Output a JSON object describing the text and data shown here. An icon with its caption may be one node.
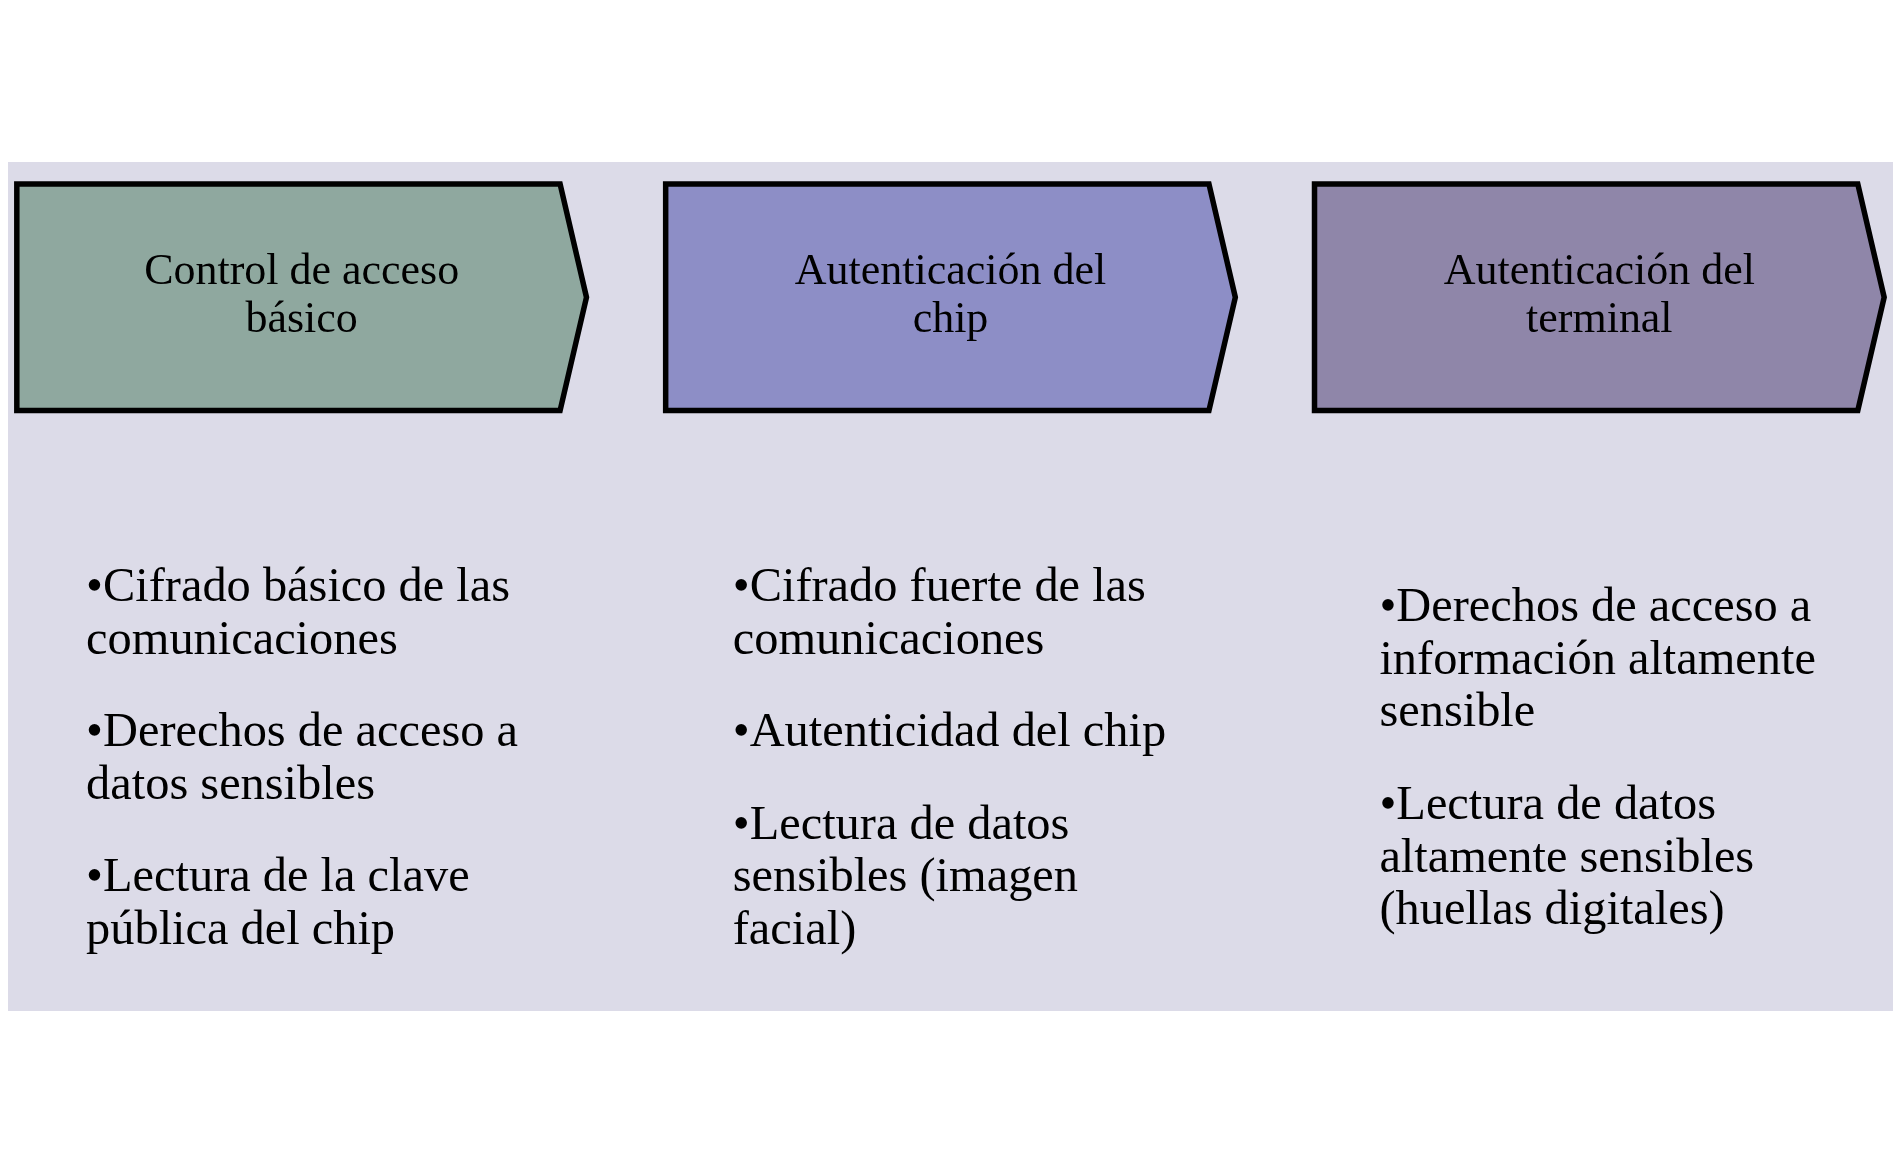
{
  "diagram": {
    "nodes": [
      {
        "text": [
          "Control de acceso básico"
        ],
        "beside": [
          "•Cifrado básico de las comunicaciones",
          "•Derechos de acceso a datos sensibles",
          "•Lectura de la clave pública del chip"
        ]
      },
      {
        "text": [
          "Autenticación del chip"
        ],
        "beside": [
          "•Cifrado fuerte de las comunicaciones",
          "•Autenticidad del chip",
          "•Lectura de datos sensibles (imagen facial)"
        ]
      },
      {
        "text": [
          "Autenticación del terminal"
        ],
        "beside": [
          "•Derechos de acceso a información altamente sensible",
          "•Lectura de datos altamente sensibles (huellas digitales)"
        ]
      }
    ]
  }
}
